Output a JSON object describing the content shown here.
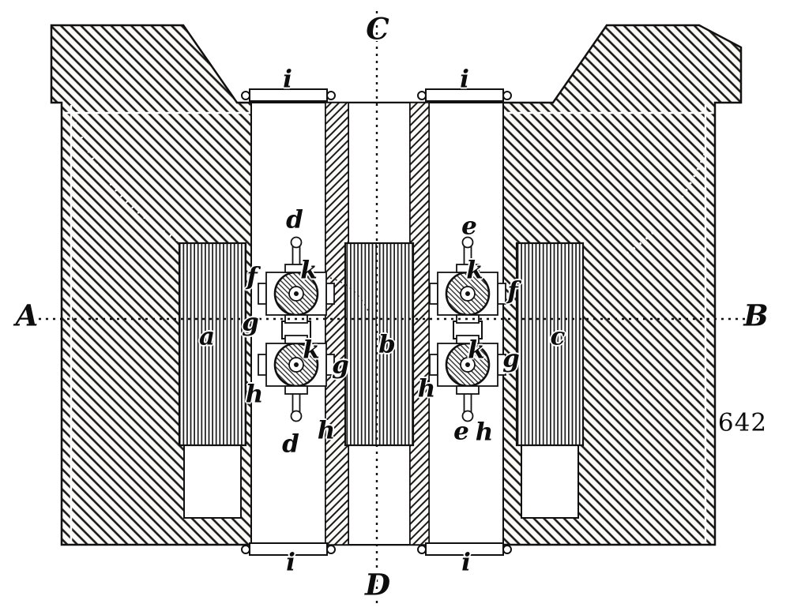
{
  "figure": {
    "number": "642"
  },
  "axes": {
    "top": "C",
    "bottom": "D",
    "left": "A",
    "right": "B"
  },
  "parts": {
    "i_top_left": "i",
    "i_top_right": "i",
    "i_bottom_left": "i",
    "i_bottom_right": "i",
    "d_top": "d",
    "d_bottom": "d",
    "e_top": "e",
    "e_bottom": "e",
    "k_upper_left": "k",
    "k_upper_right": "k",
    "k_lower_left": "k",
    "k_lower_right": "k",
    "f_left": "f",
    "f_right": "f",
    "g_left": "g",
    "g_center": "g",
    "g_right": "g",
    "h_left": "h",
    "h_left_lower": "h",
    "h_right": "h",
    "h_right_lower": "h",
    "column_a": "a",
    "column_b": "b",
    "column_c": "c"
  }
}
